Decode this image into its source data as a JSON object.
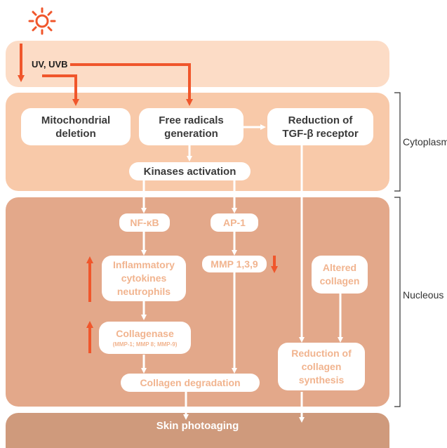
{
  "uv_label": "UV, UVB",
  "sun_icon": "sun-icon",
  "regions": {
    "cytoplasm": "Cytoplasm",
    "nucleous": "Nucleous"
  },
  "nodes": {
    "mitochondrial": "Mitochondrial\ndeletion",
    "free_radicals": "Free radicals\ngeneration",
    "tgf": "Reduction of\nTGF-β receptor",
    "kinases": "Kinases activation",
    "nfkb": "NF-κB",
    "ap1": "AP-1",
    "inflammatory": "Inflammatory\ncytokines\nneutrophils",
    "mmp": "MMP 1,3,9",
    "collagenase": "Collagenase",
    "collagenase_sub": "(MMP-1; MMP 8; MMP-9)",
    "altered": "Altered\ncollagen",
    "reduction_synthesis": "Reduction of\ncollagen\nsynthesis",
    "degradation": "Collagen degradation"
  },
  "output": "Skin photoaging",
  "colors": {
    "accent_arrow": "#f0562b",
    "white_arrow": "#ffffff",
    "band_uv": "#fcdcc6",
    "band_cytoplasm": "#f8c9a9",
    "band_nucleous": "#e3a88a",
    "band_output": "#cf9a7c"
  }
}
